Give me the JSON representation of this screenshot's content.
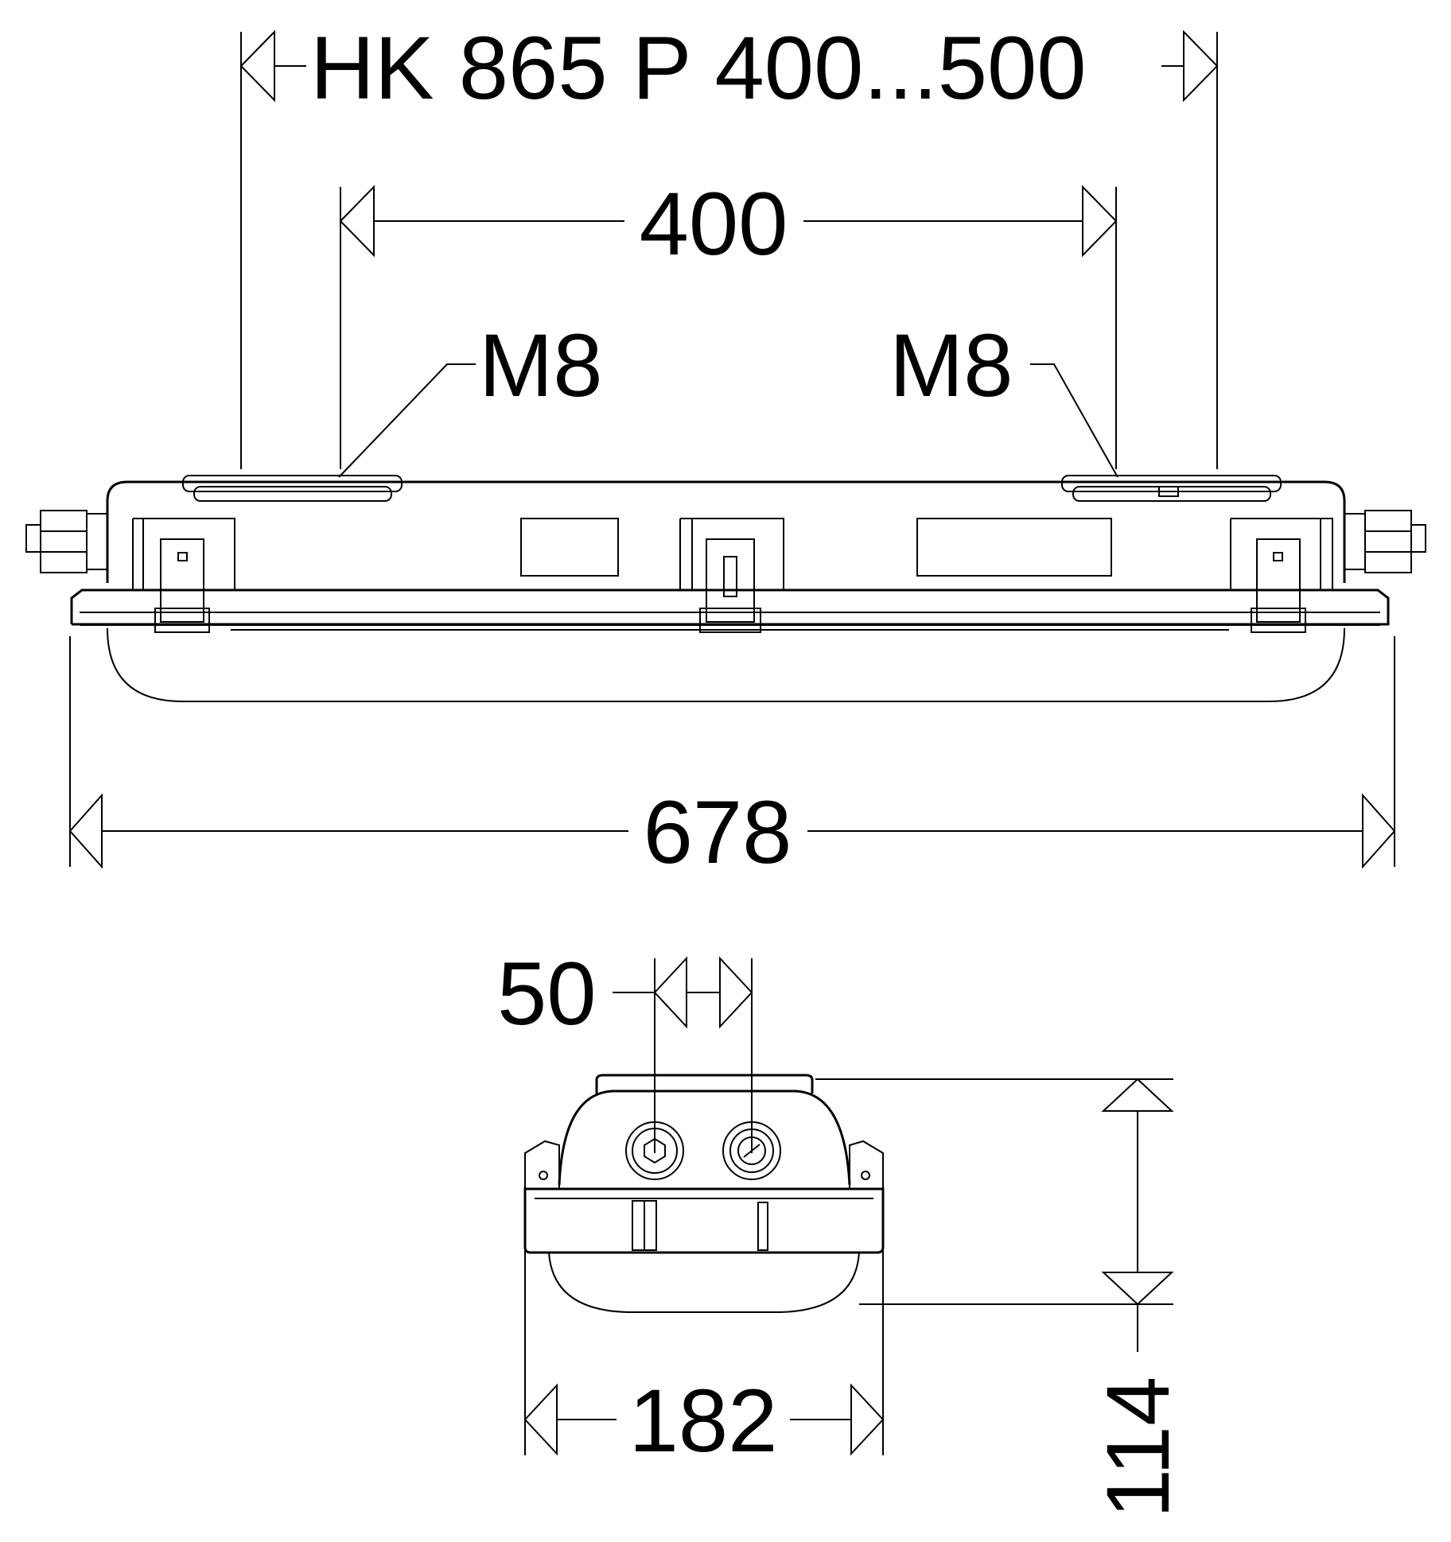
{
  "labels": {
    "model_dimension": "HK 865 P  400...500",
    "mount_spacing": "400",
    "thread_left": "M8",
    "thread_right": "M8",
    "overall_length": "678",
    "gland_spacing": "50",
    "width": "182",
    "height": "114"
  },
  "colors": {
    "line": "#000000",
    "background": "#ffffff"
  }
}
